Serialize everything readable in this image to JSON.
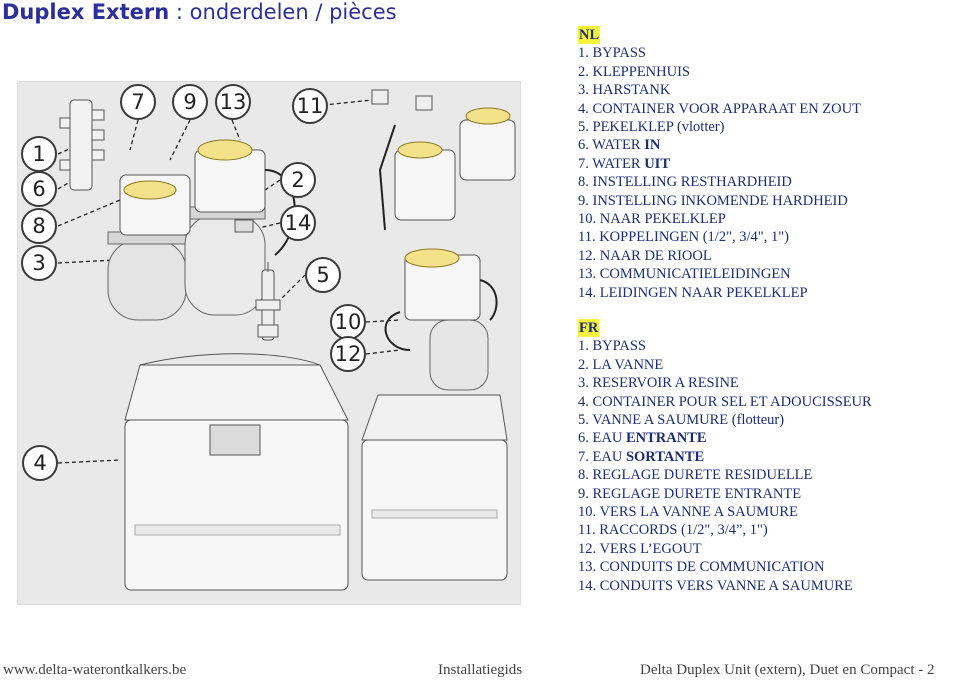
{
  "title": {
    "brand": "Duplex Extern",
    "separator": ":",
    "subtitle": "onderdelen / pièces"
  },
  "callouts": [
    "1",
    "6",
    "8",
    "3",
    "7",
    "9",
    "13",
    "11",
    "2",
    "14",
    "5",
    "10",
    "12",
    "4"
  ],
  "nl": {
    "header": "NL",
    "items": [
      {
        "text": "1. BYPASS"
      },
      {
        "text": "2. KLEPPENHUIS"
      },
      {
        "text": "3. HARSTANK"
      },
      {
        "text": "4. CONTAINER VOOR APPARAAT EN ZOUT"
      },
      {
        "text": "5. PEKELKLEP (vlotter)"
      },
      {
        "prefix": "6. WATER ",
        "bold": "IN"
      },
      {
        "prefix": "7. WATER ",
        "bold": "UIT"
      },
      {
        "text": "8. INSTELLING RESTHARDHEID"
      },
      {
        "text": "9. INSTELLING INKOMENDE HARDHEID"
      },
      {
        "text": "10. NAAR PEKELKLEP"
      },
      {
        "text": "11. KOPPELINGEN (1/2\", 3/4\", 1\")"
      },
      {
        "text": "12. NAAR DE RIOOL"
      },
      {
        "text": "13. COMMUNICATIELEIDINGEN"
      },
      {
        "text": "14. LEIDINGEN NAAR PEKELKLEP"
      }
    ]
  },
  "fr": {
    "header": "FR",
    "items": [
      {
        "text": "1. BYPASS"
      },
      {
        "text": "2. LA VANNE"
      },
      {
        "text": "3. RESERVOIR A RESINE"
      },
      {
        "text": "4. CONTAINER POUR SEL ET ADOUCISSEUR"
      },
      {
        "text": "5. VANNE A SAUMURE (flotteur)"
      },
      {
        "prefix": "6. EAU ",
        "bold": "ENTRANTE"
      },
      {
        "prefix": "7. EAU ",
        "bold": "SORTANTE"
      },
      {
        "text": "8. REGLAGE DURETE RESIDUELLE"
      },
      {
        "text": "9. REGLAGE DURETE ENTRANTE"
      },
      {
        "text": "10. VERS LA VANNE A SAUMURE"
      },
      {
        "text": "11. RACCORDS (1/2\", 3/4”, 1\")"
      },
      {
        "text": "12. VERS L’EGOUT"
      },
      {
        "text": "13. CONDUITS DE COMMUNICATION"
      },
      {
        "text": "14. CONDUITS VERS VANNE A SAUMURE"
      }
    ]
  },
  "footer": {
    "website": "www.delta-waterontkalkers.be",
    "guide": "Installatiegids",
    "product": "Delta Duplex Unit (extern), Duet en Compact",
    "page": "- 2"
  }
}
